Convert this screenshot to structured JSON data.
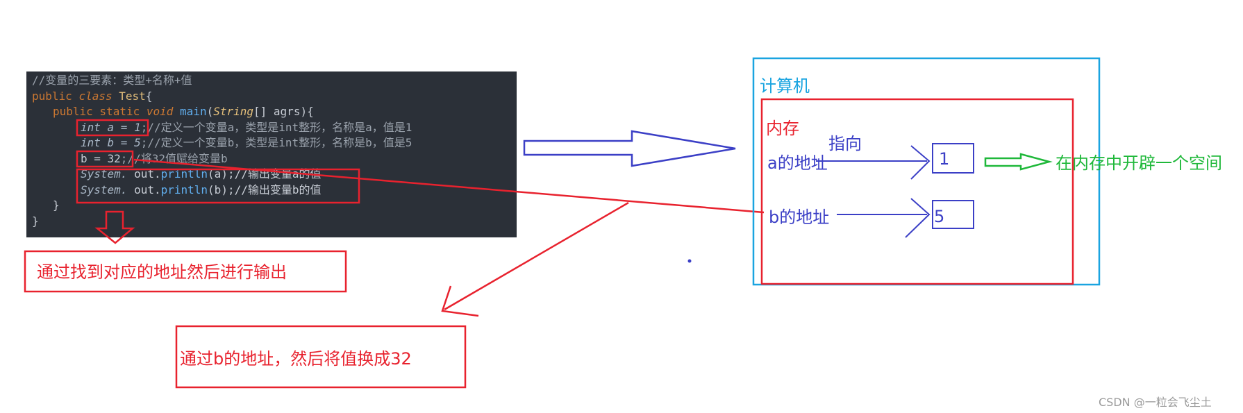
{
  "code": {
    "line1": "//变量的三要素：类型+名称+值",
    "line2_kw": "public",
    "line2_kw2": "class",
    "line2_name": "Test",
    "line2_brace": "{",
    "line3_kw": "public static",
    "line3_void": "void",
    "line3_main": "main",
    "line3_args_type": "String",
    "line3_rest": "[] agrs){",
    "line4_code": "int a = 1",
    "line4_comment": ";//定义一个变量a，类型是int整形，名称是a，值是1",
    "line5_code": "int b = 5",
    "line5_comment": ";//定义一个变量b，类型是int整形，名称是b，值是5",
    "line6_code": "b = 32",
    "line6_comment": ";//将32值赋给变量b",
    "line7_sys": "System.",
    "line7_out": " out.",
    "line7_fn": "println",
    "line7_rest": "(a);//输出变量a的值",
    "line8_sys": "System.",
    "line8_out": " out.",
    "line8_fn": "println",
    "line8_rest": "(b);//输出变量b的值",
    "line9": "}",
    "line10": "}"
  },
  "labels": {
    "computer": "计算机",
    "memory": "内存",
    "points_to": "指向",
    "addr_a": "a的地址",
    "addr_b": "b的地址",
    "value_a": "1",
    "value_b": "5",
    "memory_note": "在内存中开辟一个空间",
    "output_note": "通过找到对应的地址然后进行输出",
    "assign_note": "通过b的地址，然后将值换成32",
    "watermark": "CSDN @一粒会飞尘土"
  },
  "colors": {
    "red": "#e8222e",
    "blue": "#3b3fc6",
    "cyan": "#1aa4e0",
    "green": "#1fb83a",
    "code_bg": "#2b3038"
  }
}
